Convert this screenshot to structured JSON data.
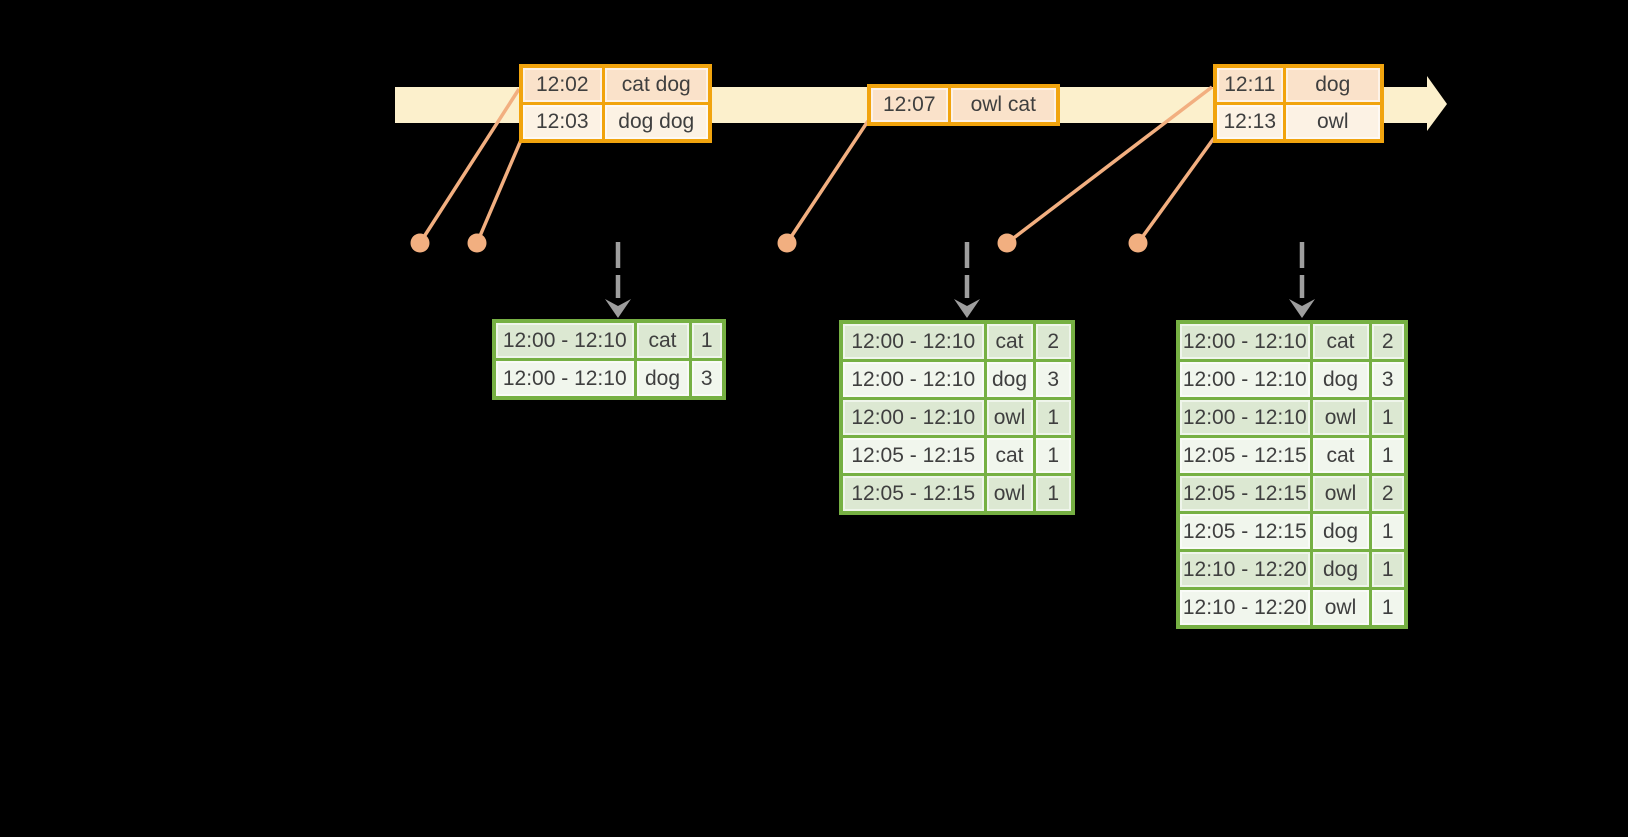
{
  "palette": {
    "background": "#000000",
    "timeline_band": "#fcf0cc",
    "event_border": "#f1a40e",
    "event_row_dark": "#fae2ca",
    "event_row_light": "#fcf2e4",
    "connector": "#f2af80",
    "result_border": "#76b043",
    "result_row_dark": "#dce8d2",
    "result_row_light": "#f1f6ed",
    "trigger_arrow": "#9e9e9e",
    "text": "#3f3f3f"
  },
  "event_tables": [
    {
      "rows": [
        [
          "12:02",
          "cat dog"
        ],
        [
          "12:03",
          "dog dog"
        ]
      ]
    },
    {
      "rows": [
        [
          "12:07",
          "owl cat"
        ]
      ]
    },
    {
      "rows": [
        [
          "12:11",
          "dog"
        ],
        [
          "12:13",
          "owl"
        ]
      ]
    }
  ],
  "result_tables": [
    {
      "rows": [
        [
          "12:00 - 12:10",
          "cat",
          "1"
        ],
        [
          "12:00 - 12:10",
          "dog",
          "3"
        ]
      ]
    },
    {
      "rows": [
        [
          "12:00 - 12:10",
          "cat",
          "2"
        ],
        [
          "12:00 - 12:10",
          "dog",
          "3"
        ],
        [
          "12:00 - 12:10",
          "owl",
          "1"
        ],
        [
          "12:05 - 12:15",
          "cat",
          "1"
        ],
        [
          "12:05 - 12:15",
          "owl",
          "1"
        ]
      ]
    },
    {
      "rows": [
        [
          "12:00 - 12:10",
          "cat",
          "2"
        ],
        [
          "12:00 - 12:10",
          "dog",
          "3"
        ],
        [
          "12:00 - 12:10",
          "owl",
          "1"
        ],
        [
          "12:05 - 12:15",
          "cat",
          "1"
        ],
        [
          "12:05 - 12:15",
          "owl",
          "2"
        ],
        [
          "12:05 - 12:15",
          "dog",
          "1"
        ],
        [
          "12:10 - 12:20",
          "dog",
          "1"
        ],
        [
          "12:10 - 12:20",
          "owl",
          "1"
        ]
      ]
    }
  ]
}
